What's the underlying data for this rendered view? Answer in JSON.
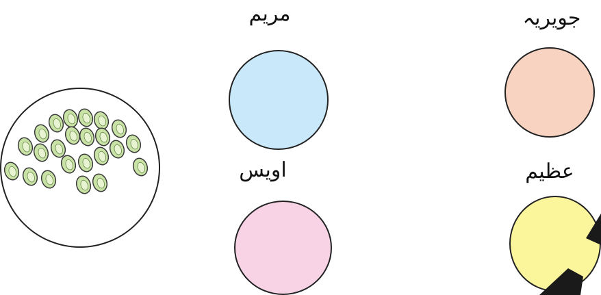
{
  "plates": [
    {
      "id": "maryam",
      "label": "مریم",
      "fill": "#c9e8fa"
    },
    {
      "id": "juwairia",
      "label": "جویریہ",
      "fill": "#f9d3c1"
    },
    {
      "id": "awais",
      "label": "اویس",
      "fill": "#f7d3e5"
    },
    {
      "id": "azeem",
      "label": "عظیم",
      "fill": "#fbf59c"
    }
  ],
  "bowl": {
    "item": "green-seed-icon",
    "count": 23,
    "seed_fill": "#c9e3a6",
    "seed_outline": "#3a3a3a",
    "seed_center": "#e8f3d2"
  },
  "colors": {
    "outline": "#222222",
    "background": "#ffffff",
    "corner_mark": "#1a1a1a"
  }
}
